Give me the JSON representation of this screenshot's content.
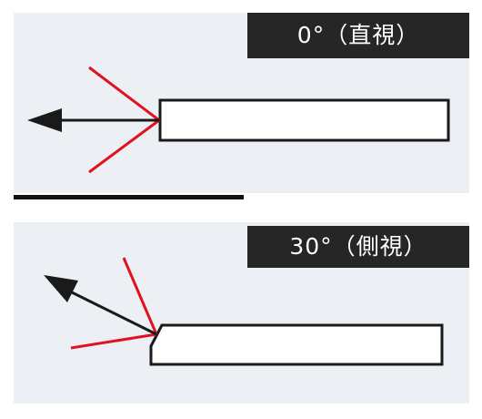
{
  "panels": [
    {
      "label": "0°（直視）",
      "angle_deg": 0
    },
    {
      "label": "30°（側視）",
      "angle_deg": 30
    }
  ],
  "colors": {
    "panel_bg": "#ecf0f5",
    "label_bg": "#262626",
    "label_text": "#ffffff",
    "arrow": "#1a1a1a",
    "view_cone": "#e0121f",
    "probe_fill": "#ffffff",
    "probe_stroke": "#1a1a1a",
    "divider": "#111111"
  }
}
